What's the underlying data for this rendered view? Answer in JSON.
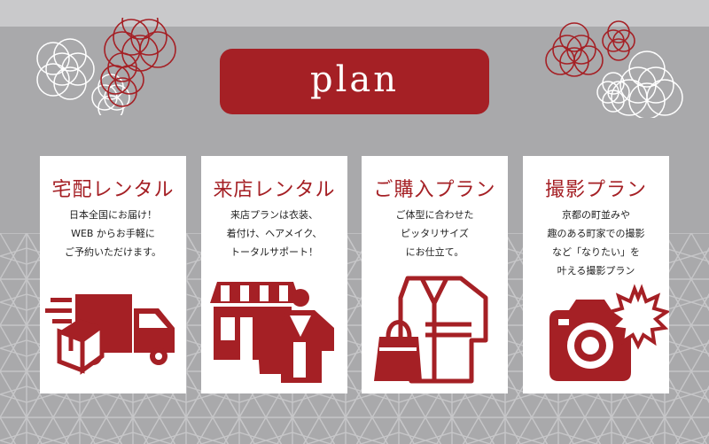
{
  "banner": {
    "label": "plan"
  },
  "cards": [
    {
      "title": "宅配レンタル",
      "lines": [
        "日本全国にお届け！",
        "WEB からお手軽に",
        "ご予約いただけます。"
      ],
      "icon": "delivery-truck-icon"
    },
    {
      "title": "来店レンタル",
      "lines": [
        "来店プランは衣装、",
        "着付け、ヘアメイク、",
        "トータルサポート！"
      ],
      "icon": "shop-kimono-icon"
    },
    {
      "title": "ご購入プラン",
      "lines": [
        "ご体型に合わせた",
        "ピッタリサイズ",
        "にお仕立て。"
      ],
      "icon": "kimono-bag-icon"
    },
    {
      "title": "撮影プラン",
      "lines": [
        "京都の町並みや",
        "趣のある町家での撮影",
        "など「なりたい」を",
        "叶える撮影プラン"
      ],
      "icon": "camera-icon"
    }
  ],
  "colors": {
    "accent": "#a52025",
    "background": "#a9a9ab",
    "card": "#ffffff"
  }
}
